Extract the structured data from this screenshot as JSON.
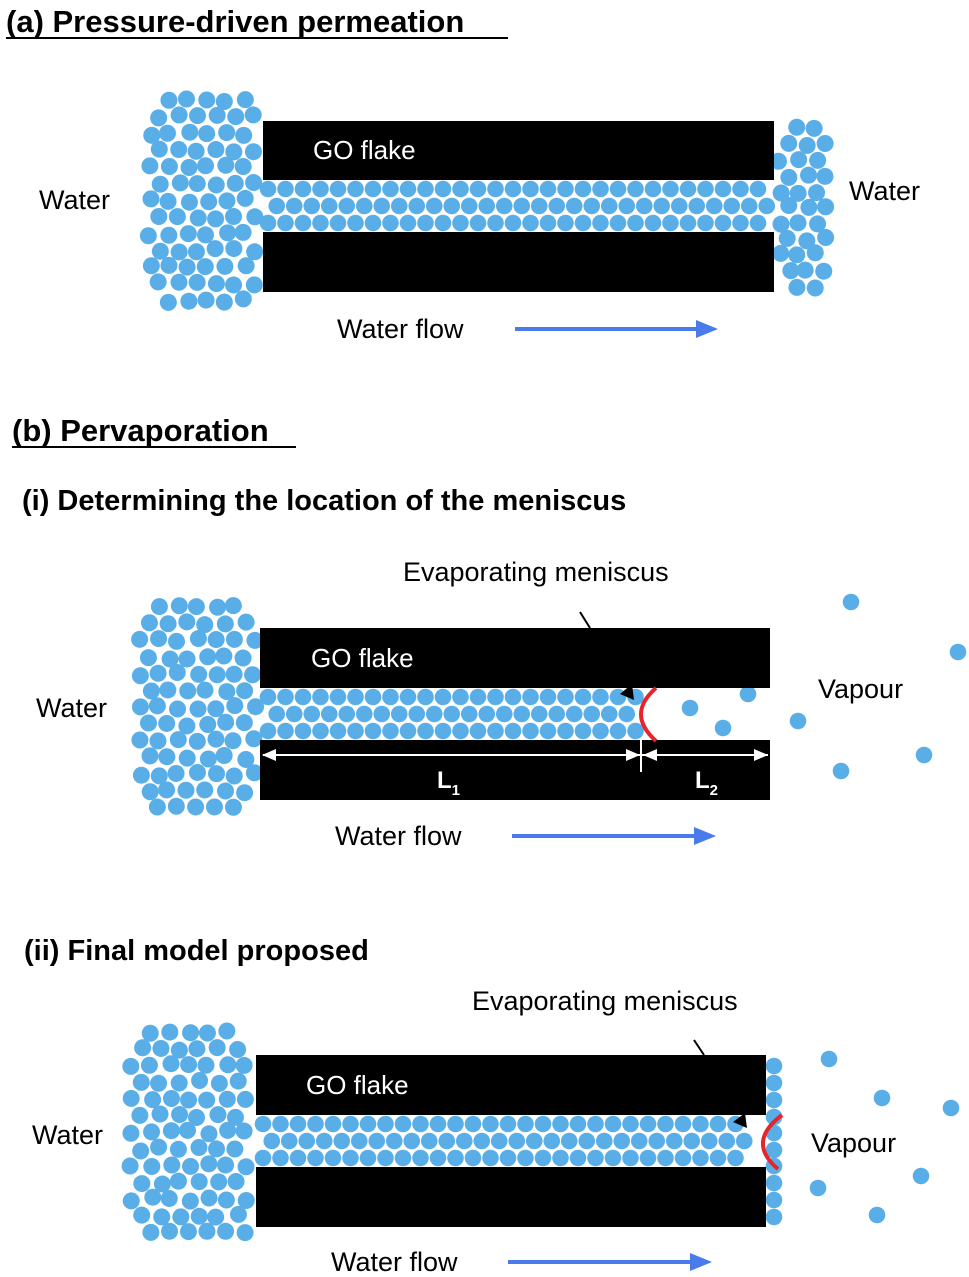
{
  "colors": {
    "water": "#5aaee8",
    "flake": "#000000",
    "arrow": "#4a7bea",
    "meniscus": "#e8232a",
    "dimension": "#ffffff"
  },
  "panel_a": {
    "title": "(a) Pressure-driven permeation",
    "flake_label": "GO flake",
    "water_left": "Water",
    "water_right": "Water",
    "flow_label": "Water flow"
  },
  "panel_b": {
    "title": "(b) Pervaporation",
    "part_i": {
      "title": "(i) Determining the location of the meniscus",
      "meniscus_label": "Evaporating meniscus",
      "flake_label": "GO flake",
      "water_label": "Water",
      "vapour_label": "Vapour",
      "l1_main": "L",
      "l1_sub": "1",
      "l2_main": "L",
      "l2_sub": "2",
      "flow_label": "Water flow"
    },
    "part_ii": {
      "title": "(ii) Final model proposed",
      "meniscus_label": "Evaporating meniscus",
      "flake_label": "GO flake",
      "water_label": "Water",
      "vapour_label": "Vapour",
      "flow_label": "Water flow"
    }
  }
}
